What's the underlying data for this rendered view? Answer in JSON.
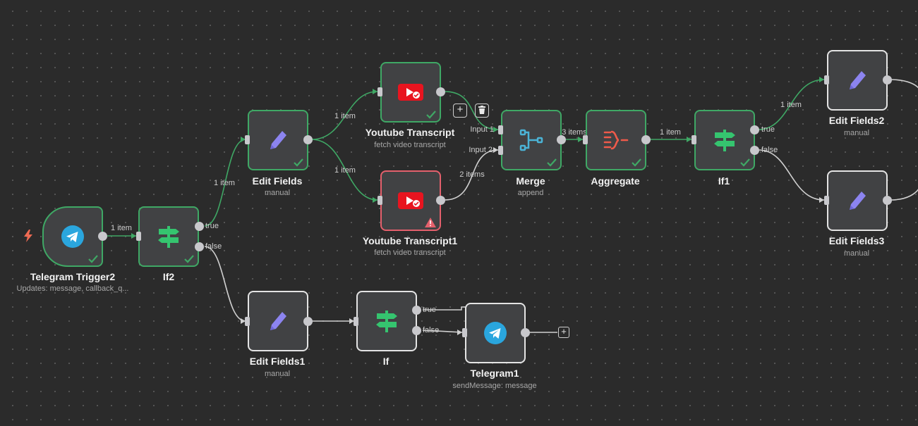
{
  "colors": {
    "success": "#3fa865",
    "error": "#e4606c",
    "accent": "#7b7bff"
  },
  "nodes": {
    "telegram_trigger": {
      "title": "Telegram Trigger2",
      "subtitle": "Updates: message, callback_q..."
    },
    "if2": {
      "title": "If2",
      "out_true": "true",
      "out_false": "false"
    },
    "edit_fields": {
      "title": "Edit Fields",
      "subtitle": "manual"
    },
    "yt1": {
      "title": "Youtube Transcript",
      "subtitle": "fetch video transcript"
    },
    "yt2": {
      "title": "Youtube Transcript1",
      "subtitle": "fetch video transcript"
    },
    "merge": {
      "title": "Merge",
      "subtitle": "append",
      "in1": "Input 1",
      "in2": "Input 2"
    },
    "aggregate": {
      "title": "Aggregate"
    },
    "if1": {
      "title": "If1",
      "out_true": "true",
      "out_false": "false"
    },
    "edit_fields2": {
      "title": "Edit Fields2",
      "subtitle": "manual"
    },
    "edit_fields3": {
      "title": "Edit Fields3",
      "subtitle": "manual"
    },
    "edit_fields1": {
      "title": "Edit Fields1",
      "subtitle": "manual"
    },
    "if": {
      "title": "If",
      "out_true": "true",
      "out_false": "false"
    },
    "telegram1": {
      "title": "Telegram1",
      "subtitle": "sendMessage: message"
    }
  },
  "edges": {
    "trigger_if2": "1 item",
    "if2_edit": "1 item",
    "edit_yt1": "1 item",
    "edit_yt2": "1 item",
    "yt2_merge": "2 items",
    "merge_agg": "3 items",
    "agg_if1": "1 item",
    "if1_ef2": "1 item"
  },
  "toolbar": {
    "add": "+",
    "delete": "delete-icon"
  },
  "add_button": "+"
}
